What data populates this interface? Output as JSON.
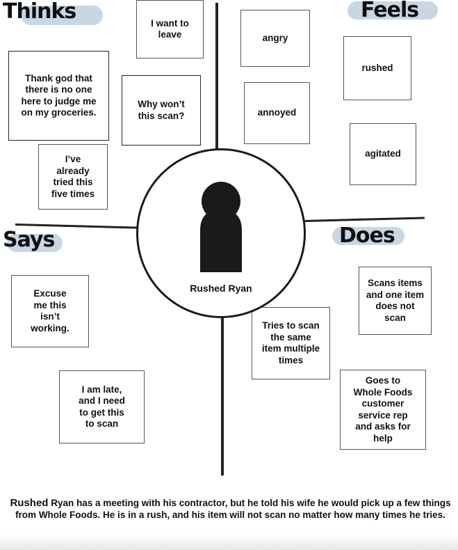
{
  "quadrants": {
    "thinks": "Thinks",
    "feels": "Feels",
    "says": "Says",
    "does": "Does"
  },
  "notes": {
    "i_want_to_leave": "I want to\nleave",
    "thank_god": "Thank god that\nthere is no one\nhere to judge me\non my groceries.",
    "why_wont_scan": "Why won’t\nthis scan?",
    "already_tried": "I’ve\nalready\ntried this\nfive times",
    "angry": "angry",
    "annoyed": "annoyed",
    "rushed": "rushed",
    "agitated": "agitated",
    "excuse_me": "Excuse\nme this\nisn’t\nworking.",
    "i_am_late": "I am late,\nand I need\nto get this\nto scan",
    "scans_items": "Scans items\nand one item\ndoes not\nscan",
    "tries_to_scan": "Tries to scan\nthe same\nitem multiple\ntimes",
    "goes_to_whole_foods": "Goes to\nWhole Foods\ncustomer\nservice rep\nand asks for\nhelp"
  },
  "persona": {
    "name": "Rushed Ryan"
  },
  "caption": {
    "lead": "Rushed",
    "text": " Ryan has a meeting with his contractor, but he told his wife he would pick up a few things from Whole Foods. He is in a rush, and his item will not scan no matter how many times he tries."
  },
  "colors": {
    "title_highlight": "#c9d6e3",
    "ink": "#1a1a1a"
  }
}
